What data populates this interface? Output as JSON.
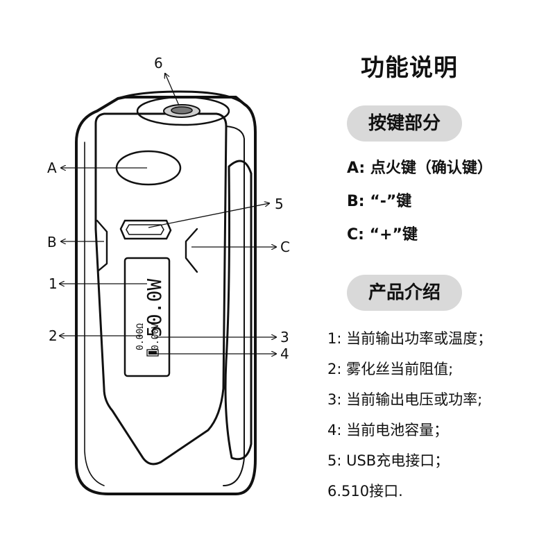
{
  "title": "功能说明",
  "buttons_section": {
    "heading": "按键部分",
    "items": [
      {
        "key": "A:",
        "text": "点火键（确认键）"
      },
      {
        "key": "B:",
        "text": "“-”键"
      },
      {
        "key": "C:",
        "text": "“+”键"
      }
    ]
  },
  "product_section": {
    "heading": "产品介绍",
    "items": [
      "1: 当前输出功率或温度；",
      "2: 雾化丝当前阻值;",
      "3: 当前输出电压或功率;",
      "4: 当前电池容量；",
      "5: USB充电接口；",
      "6.510接口."
    ]
  },
  "diagram": {
    "callouts": [
      "6",
      "A",
      "5",
      "B",
      "C",
      "1",
      "2",
      "3",
      "4"
    ],
    "screen": {
      "power": "50.0W",
      "resistance": "0.00Ω",
      "voltage": "0.00V"
    }
  }
}
